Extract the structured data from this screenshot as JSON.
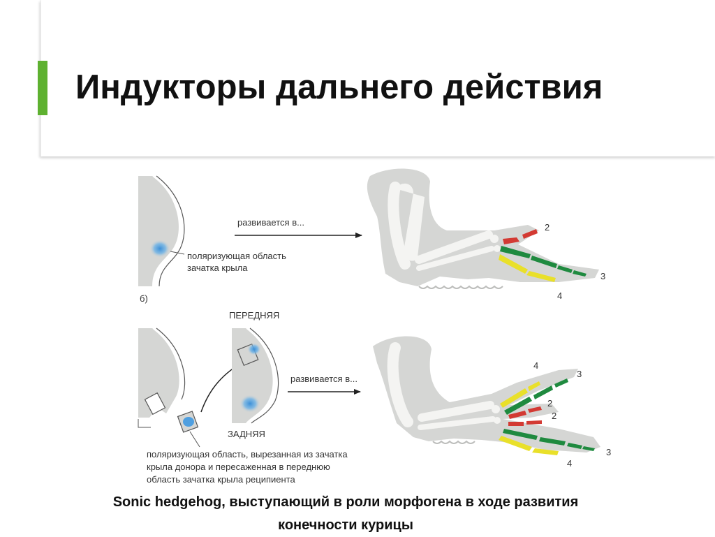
{
  "slide": {
    "title": "Индукторы дальнего действия",
    "accent_color": "#5eb130"
  },
  "figure": {
    "panel_b_label": "б)",
    "arrow_label": "развивается в...",
    "top": {
      "region_label_line1": "поляризующая область",
      "region_label_line2": "зачатка крыла",
      "digits": [
        "2",
        "3",
        "4"
      ]
    },
    "bottom": {
      "anterior_label": "ПЕРЕДНЯЯ",
      "posterior_label": "ЗАДНЯЯ",
      "graft_label_line1": "поляризующая область, вырезанная из зачатка",
      "graft_label_line2": "крыла донора и пересаженная в переднюю",
      "graft_label_line3": "область зачатка крыла реципиента",
      "digits": [
        "4",
        "3",
        "2",
        "2",
        "3",
        "4"
      ]
    },
    "colors": {
      "tissue": "#d5d6d4",
      "bone": "#f4f4f2",
      "digit_2": "#d33a33",
      "digit_3": "#1f8a3f",
      "digit_4": "#e9e02a",
      "polarizing_zone": "#5aa7e0"
    }
  },
  "caption": {
    "line1": "Sonic hedgehog, выступающий в роли морфогена в ходе развития",
    "line2": "конечности курицы"
  }
}
